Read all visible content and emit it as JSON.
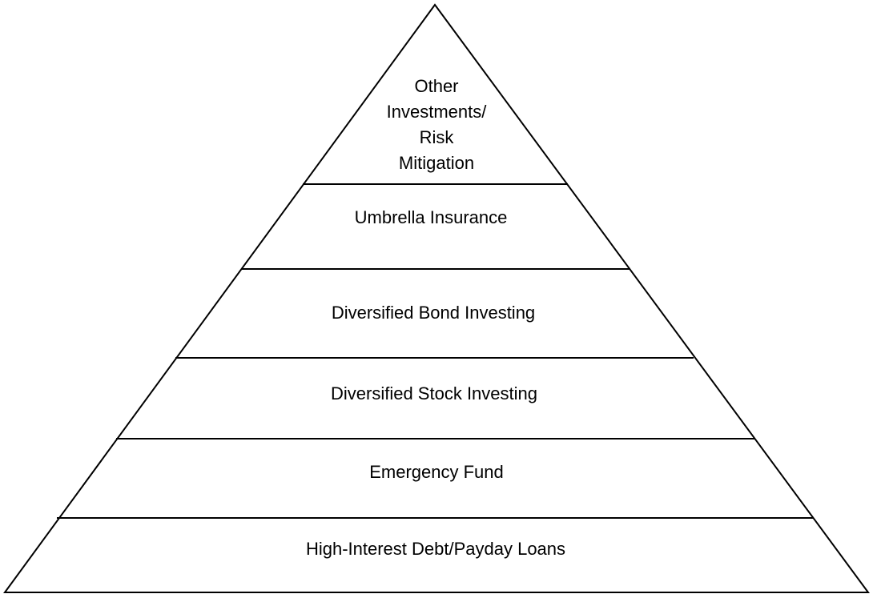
{
  "diagram": {
    "type": "pyramid",
    "tiers_top_to_bottom": [
      {
        "id": "other-investments",
        "lines": [
          "Other",
          "Investments/",
          "Risk",
          "Mitigation"
        ]
      },
      {
        "id": "umbrella-insurance",
        "lines": [
          "Umbrella Insurance"
        ]
      },
      {
        "id": "diversified-bond",
        "lines": [
          "Diversified Bond Investing"
        ]
      },
      {
        "id": "diversified-stock",
        "lines": [
          "Diversified Stock Investing"
        ]
      },
      {
        "id": "emergency-fund",
        "lines": [
          "Emergency Fund"
        ]
      },
      {
        "id": "high-interest-debt",
        "lines": [
          "High-Interest Debt/Payday Loans"
        ]
      }
    ]
  },
  "colors": {
    "stroke": "#000000",
    "fill": "#ffffff",
    "text": "#000000"
  }
}
